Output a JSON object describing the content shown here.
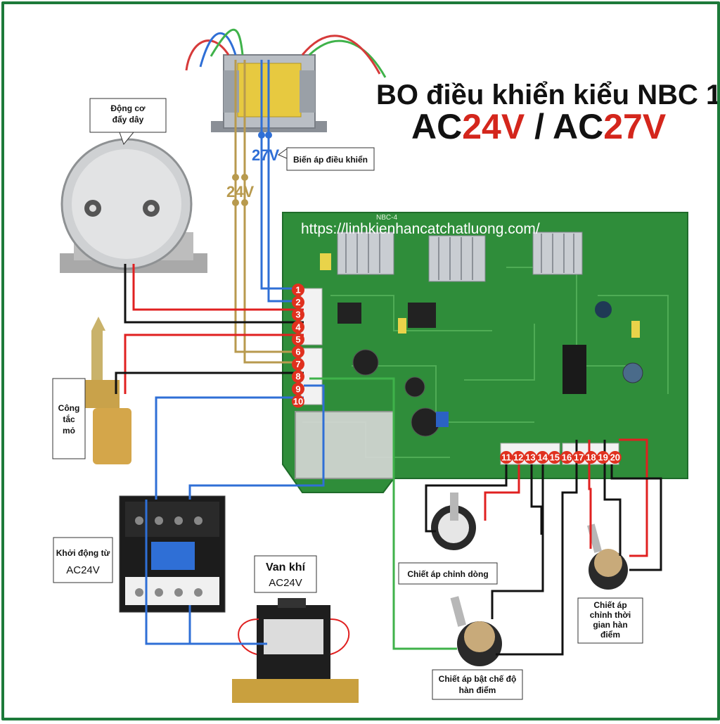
{
  "header": {
    "title": "BO điều khiển kiểu NBC 1",
    "voltage_prefix_1": "AC",
    "voltage_value_1": "24V",
    "voltage_sep": " / ",
    "voltage_prefix_2": "AC",
    "voltage_value_2": "27V"
  },
  "watermark_url": "https://linhkienhancatchatluong.com/",
  "board_model": "NBC-4",
  "voltages": {
    "v27": "27V",
    "v24": "24V"
  },
  "labels": {
    "motor_line1": "Động cơ",
    "motor_line2": "đẩy dây",
    "transformer": "Biến áp điều khiển",
    "switch_line1": "Công",
    "switch_line2": "tắc",
    "switch_line3": "mỏ",
    "contactor_line1": "Khởi động từ",
    "contactor_line2": "AC24V",
    "valve_line1": "Van khí",
    "valve_line2": "AC24V",
    "pot_current": "Chiết áp chỉnh dòng",
    "pot_spot_line1": "Chiết áp bật chế độ",
    "pot_spot_line2": "hàn điểm",
    "pot_time_line1": "Chiết áp",
    "pot_time_line2": "chỉnh thời",
    "pot_time_line3": "gian hàn",
    "pot_time_line4": "điểm"
  },
  "connector_left_pins": [
    "1",
    "2",
    "3",
    "4",
    "5",
    "6",
    "7",
    "8",
    "9",
    "10"
  ],
  "connector_bottom_pins": [
    "11",
    "12",
    "13",
    "14",
    "15",
    "16",
    "17",
    "18",
    "19",
    "20"
  ],
  "colors": {
    "wire_blue": "#2f6fd6",
    "wire_gold": "#b89a4e",
    "wire_red": "#e02020",
    "wire_black": "#111111",
    "wire_green": "#3fb24a",
    "pcb": "#2f8d3a",
    "pin_red": "#e0301e",
    "accent_red": "#d4261c"
  }
}
